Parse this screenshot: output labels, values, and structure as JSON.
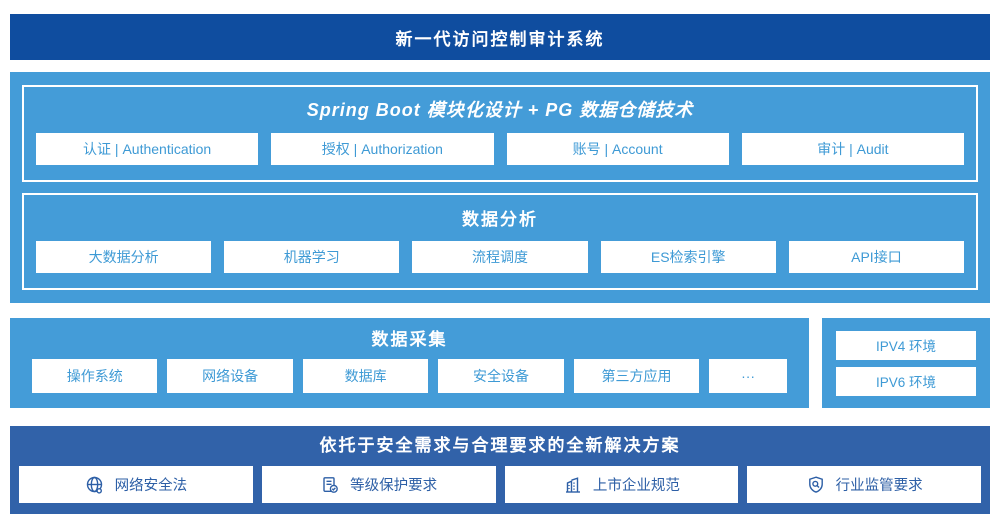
{
  "banner": {
    "title": "新一代访问控制审计系统"
  },
  "platform": {
    "spring_boot": {
      "title": "Spring Boot 模块化设计 + PG 数据仓储技术",
      "modules": [
        "认证 | Authentication",
        "授权 | Authorization",
        "账号 | Account",
        "审计 | Audit"
      ]
    },
    "data_analysis": {
      "title": "数据分析",
      "modules": [
        "大数据分析",
        "机器学习",
        "流程调度",
        "ES检索引擎",
        "API接口"
      ]
    }
  },
  "data_collection": {
    "title": "数据采集",
    "sources": [
      "操作系统",
      "网络设备",
      "数据库",
      "安全设备",
      "第三方应用",
      "···"
    ]
  },
  "environments": {
    "items": [
      "IPV4 环境",
      "IPV6 环境"
    ]
  },
  "solution": {
    "title": "依托于安全需求与合理要求的全新解决方案",
    "items": [
      {
        "icon": "globe-icon",
        "label": "网络安全法"
      },
      {
        "icon": "document-check-icon",
        "label": "等级保护要求"
      },
      {
        "icon": "buildings-icon",
        "label": "上市企业规范"
      },
      {
        "icon": "shield-search-icon",
        "label": "行业监管要求"
      }
    ]
  },
  "colors": {
    "banner_bg": "#0f4d9f",
    "light_panel_bg": "#449cd8",
    "steel_panel_bg": "#3162a9",
    "light_box_text": "#3e9ad5",
    "dark_box_text": "#2d5fa6"
  }
}
